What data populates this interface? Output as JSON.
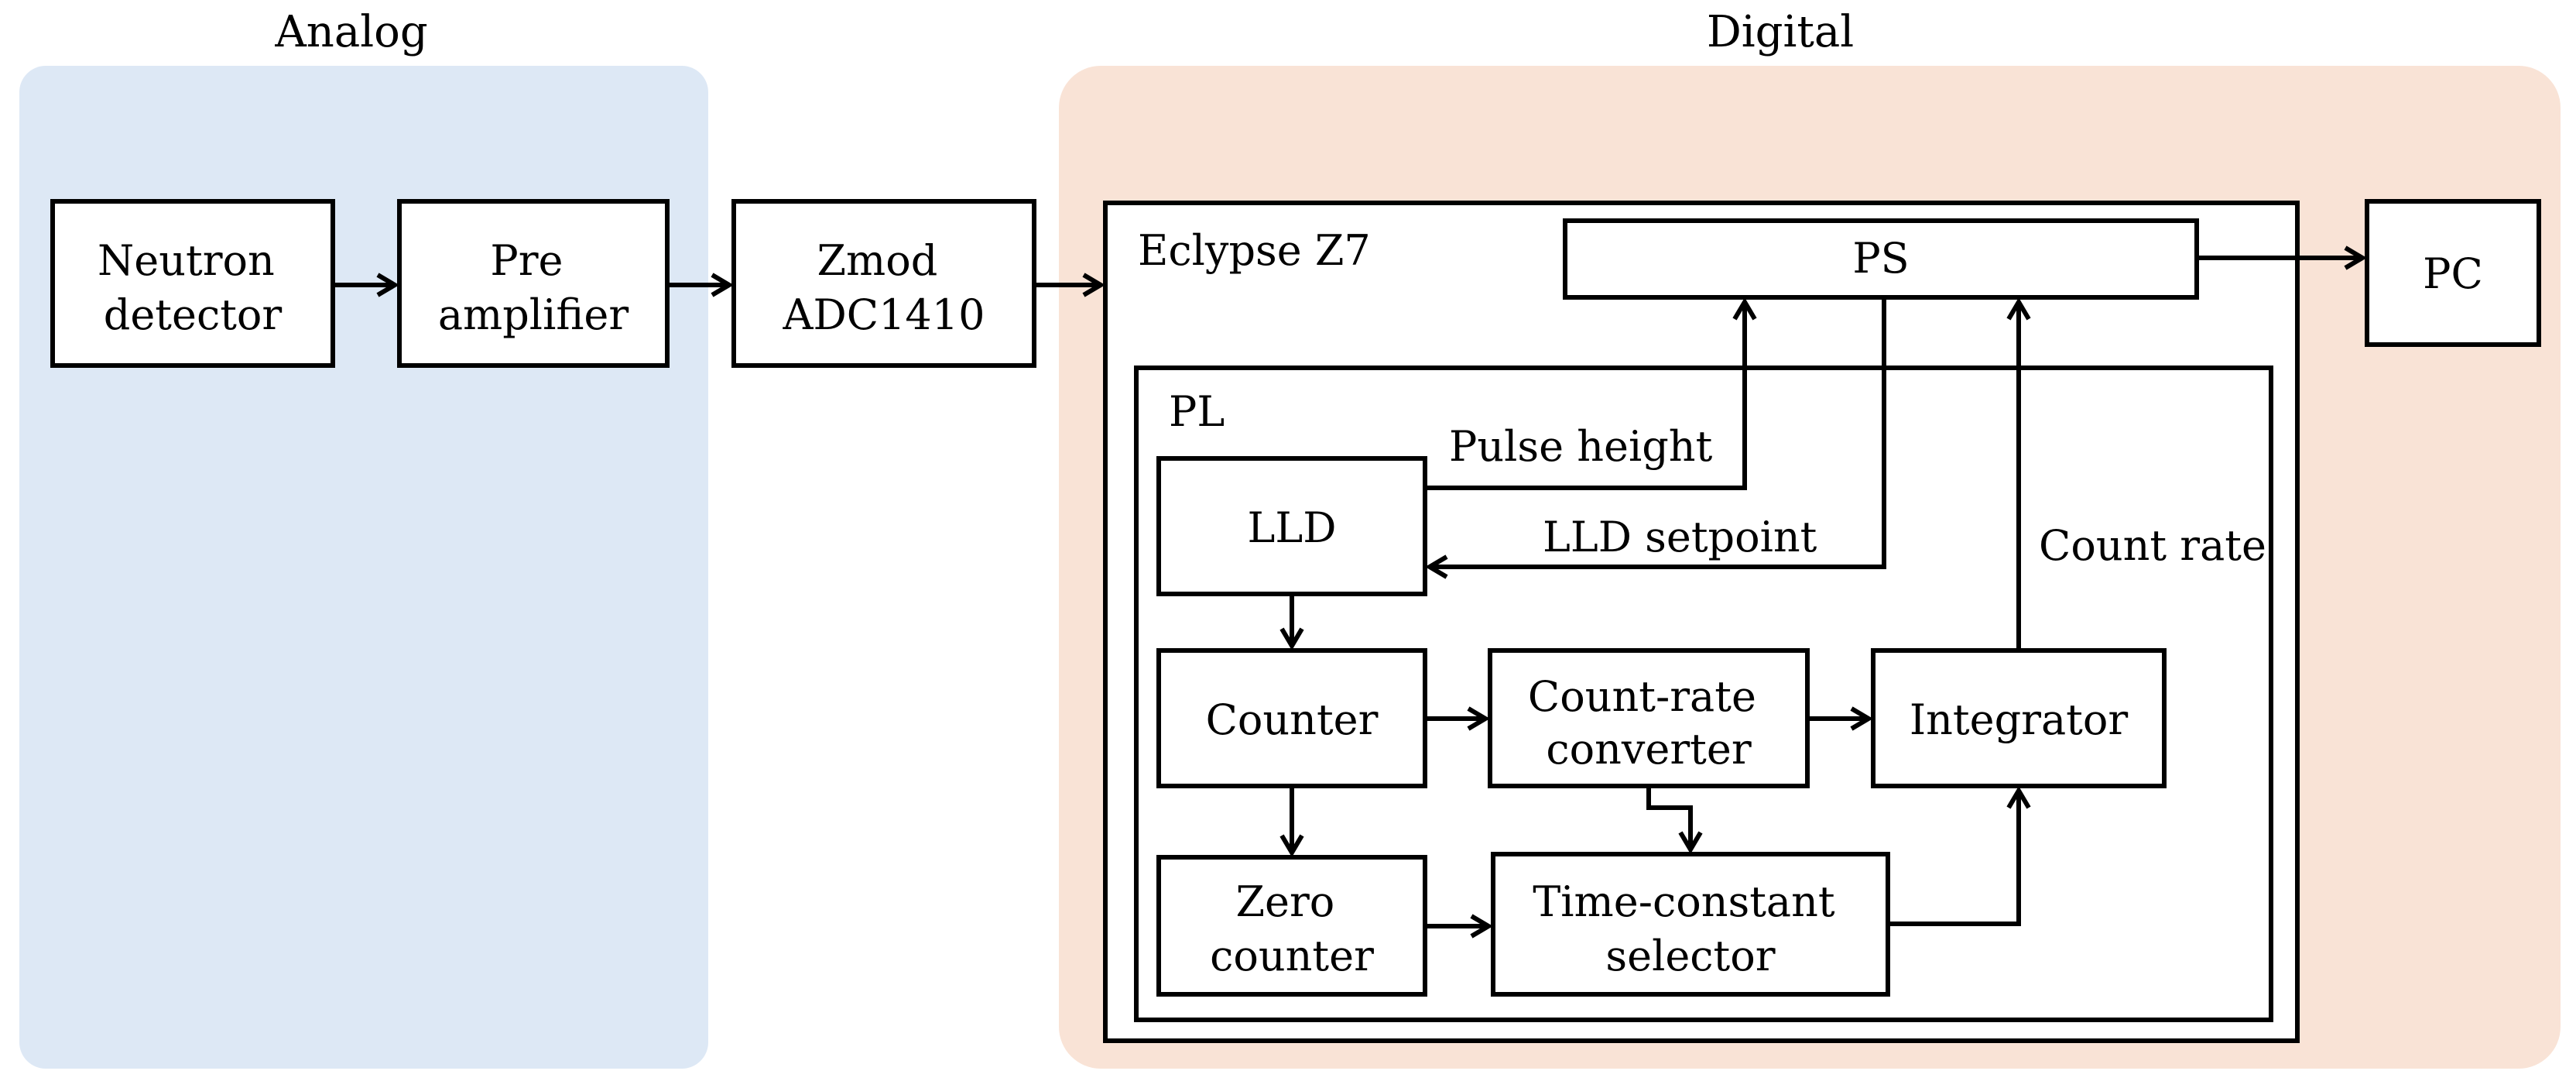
{
  "colors": {
    "analog_region": "#dde8f5",
    "digital_region": "#f9e3d6",
    "stroke": "#000000",
    "box_fill": "#ffffff"
  },
  "regions": {
    "analog": "Analog",
    "digital": "Digital"
  },
  "containers": {
    "eclypse": "Eclypse Z7",
    "pl": "PL"
  },
  "blocks": {
    "neutron_detector": [
      "Neutron",
      "detector"
    ],
    "pre_amplifier": [
      "Pre",
      "amplifier"
    ],
    "zmod": [
      "Zmod",
      "ADC1410"
    ],
    "ps": [
      "PS"
    ],
    "pc": [
      "PC"
    ],
    "lld": [
      "LLD"
    ],
    "counter": [
      "Counter"
    ],
    "count_rate_converter": [
      "Count-rate",
      "converter"
    ],
    "integrator": [
      "Integrator"
    ],
    "zero_counter": [
      "Zero",
      "counter"
    ],
    "time_constant_selector": [
      "Time-constant",
      "selector"
    ]
  },
  "edge_labels": {
    "pulse_height": "Pulse height",
    "lld_setpoint": "LLD setpoint",
    "count_rate": "Count rate"
  }
}
